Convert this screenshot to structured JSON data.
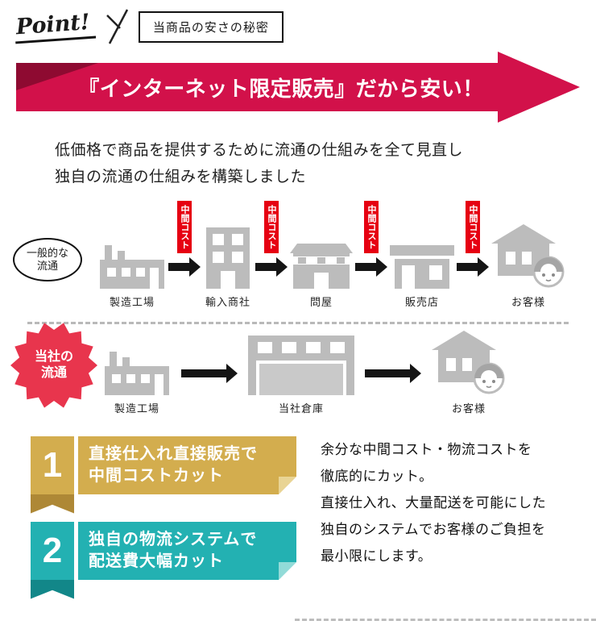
{
  "header": {
    "point_label": "Point!",
    "title": "当商品の安さの秘密"
  },
  "banner": {
    "text": "『インターネット限定販売』だから安い！"
  },
  "intro": {
    "line1": "低価格で商品を提供するために流通の仕組みを全て見直し",
    "line2": "独自の流通の仕組みを構築しました"
  },
  "general_flow": {
    "label_line1": "一般的な",
    "label_line2": "流通",
    "cost_label": "中間コスト",
    "steps": [
      "製造工場",
      "輸入商社",
      "問屋",
      "販売店",
      "お客様"
    ]
  },
  "company_flow": {
    "label_line1": "当社の",
    "label_line2": "流通",
    "steps": [
      "製造工場",
      "当社倉庫",
      "お客様"
    ]
  },
  "points": [
    {
      "number": "1",
      "line1": "直接仕入れ直接販売で",
      "line2": "中間コストカット"
    },
    {
      "number": "2",
      "line1": "独自の物流システムで",
      "line2": "配送費大幅カット"
    }
  ],
  "description": {
    "lines": [
      "余分な中間コスト・物流コストを",
      "徹底的にカット。",
      "直接仕入れ、大量配送を可能にした",
      "独自のシステムでお客様のご負担を",
      "最小限にします。"
    ]
  },
  "colors": {
    "banner_red": "#d2114a",
    "banner_dark": "#8e0a31",
    "cost_red": "#e60012",
    "badge_red": "#e8354d",
    "gold": "#d3ad4e",
    "gold_dark": "#ae8836",
    "teal": "#23b1b2",
    "teal_dark": "#128789",
    "icon_gray": "#bcbcbc"
  }
}
